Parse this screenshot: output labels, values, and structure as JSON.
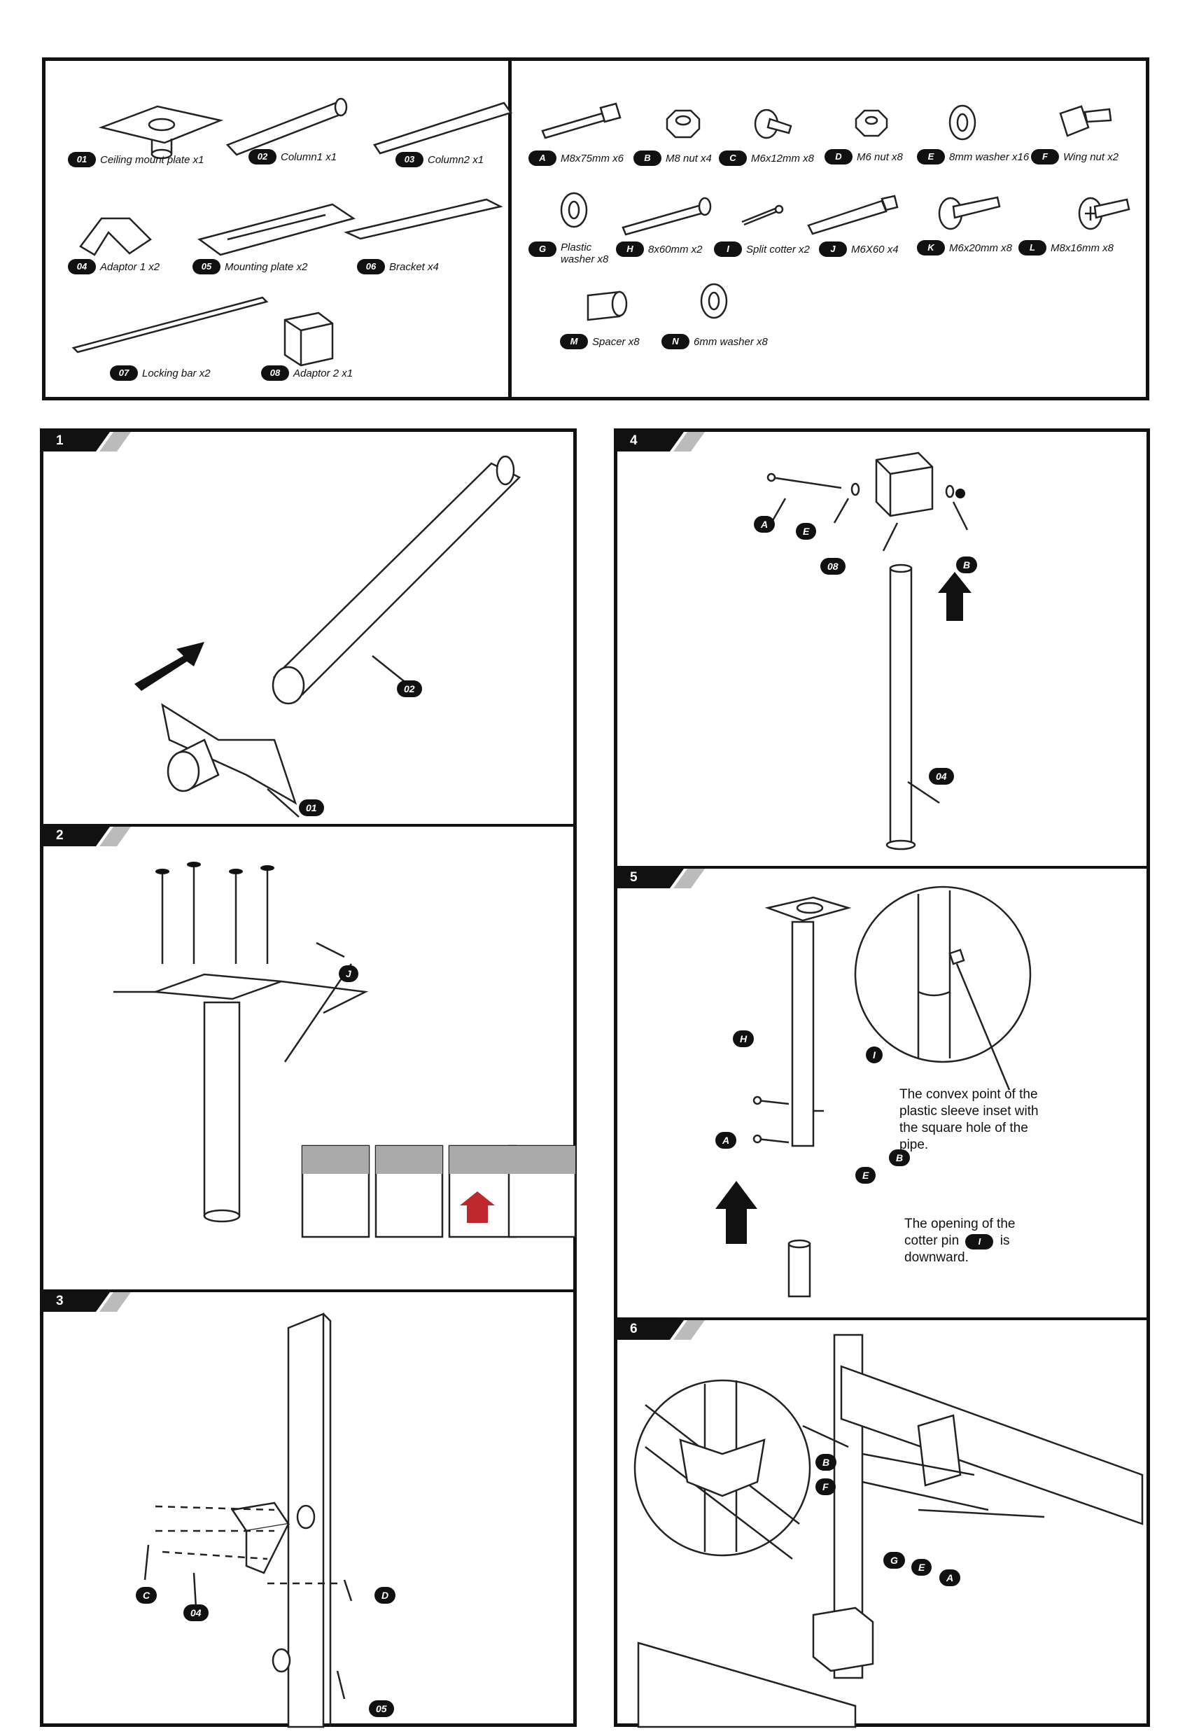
{
  "parts_left": [
    {
      "code": "01",
      "label": "Ceiling mount plate x1"
    },
    {
      "code": "02",
      "label": "Column1 x1"
    },
    {
      "code": "03",
      "label": "Column2 x1"
    },
    {
      "code": "04",
      "label": "Adaptor 1 x2"
    },
    {
      "code": "05",
      "label": "Mounting plate x2"
    },
    {
      "code": "06",
      "label": "Bracket x4"
    },
    {
      "code": "07",
      "label": "Locking bar x2"
    },
    {
      "code": "08",
      "label": "Adaptor 2 x1"
    }
  ],
  "parts_right": [
    {
      "code": "A",
      "label": "M8x75mm x6"
    },
    {
      "code": "B",
      "label": "M8 nut x4"
    },
    {
      "code": "C",
      "label": "M6x12mm x8"
    },
    {
      "code": "D",
      "label": "M6 nut x8"
    },
    {
      "code": "E",
      "label": "8mm washer x16"
    },
    {
      "code": "F",
      "label": "Wing nut x2"
    },
    {
      "code": "G",
      "label": "Plastic washer x8"
    },
    {
      "code": "H",
      "label": "8x60mm x2"
    },
    {
      "code": "I",
      "label": "Split cotter x2"
    },
    {
      "code": "J",
      "label": "M6X60 x4"
    },
    {
      "code": "K",
      "label": "M6x20mm x8"
    },
    {
      "code": "L",
      "label": "M8x16mm x8"
    },
    {
      "code": "M",
      "label": "Spacer x8"
    },
    {
      "code": "N",
      "label": "6mm washer x8"
    }
  ],
  "steps": [
    {
      "num": "1",
      "callouts": [
        "02",
        "01"
      ]
    },
    {
      "num": "2",
      "callouts": [
        "J"
      ]
    },
    {
      "num": "3",
      "callouts": [
        "C",
        "04",
        "D",
        "05"
      ]
    },
    {
      "num": "4",
      "callouts": [
        "A",
        "E",
        "08",
        "B",
        "04"
      ]
    },
    {
      "num": "5",
      "callouts": [
        "H",
        "I",
        "A",
        "E",
        "B"
      ]
    },
    {
      "num": "6",
      "callouts": [
        "B",
        "F",
        "G",
        "E",
        "A"
      ]
    }
  ],
  "notes": {
    "convex": "The convex point of the plastic sleeve inset with the square hole of the pipe.",
    "opening_before": "The opening of the cotter pin",
    "opening_code": "I",
    "opening_after": "is downward."
  }
}
